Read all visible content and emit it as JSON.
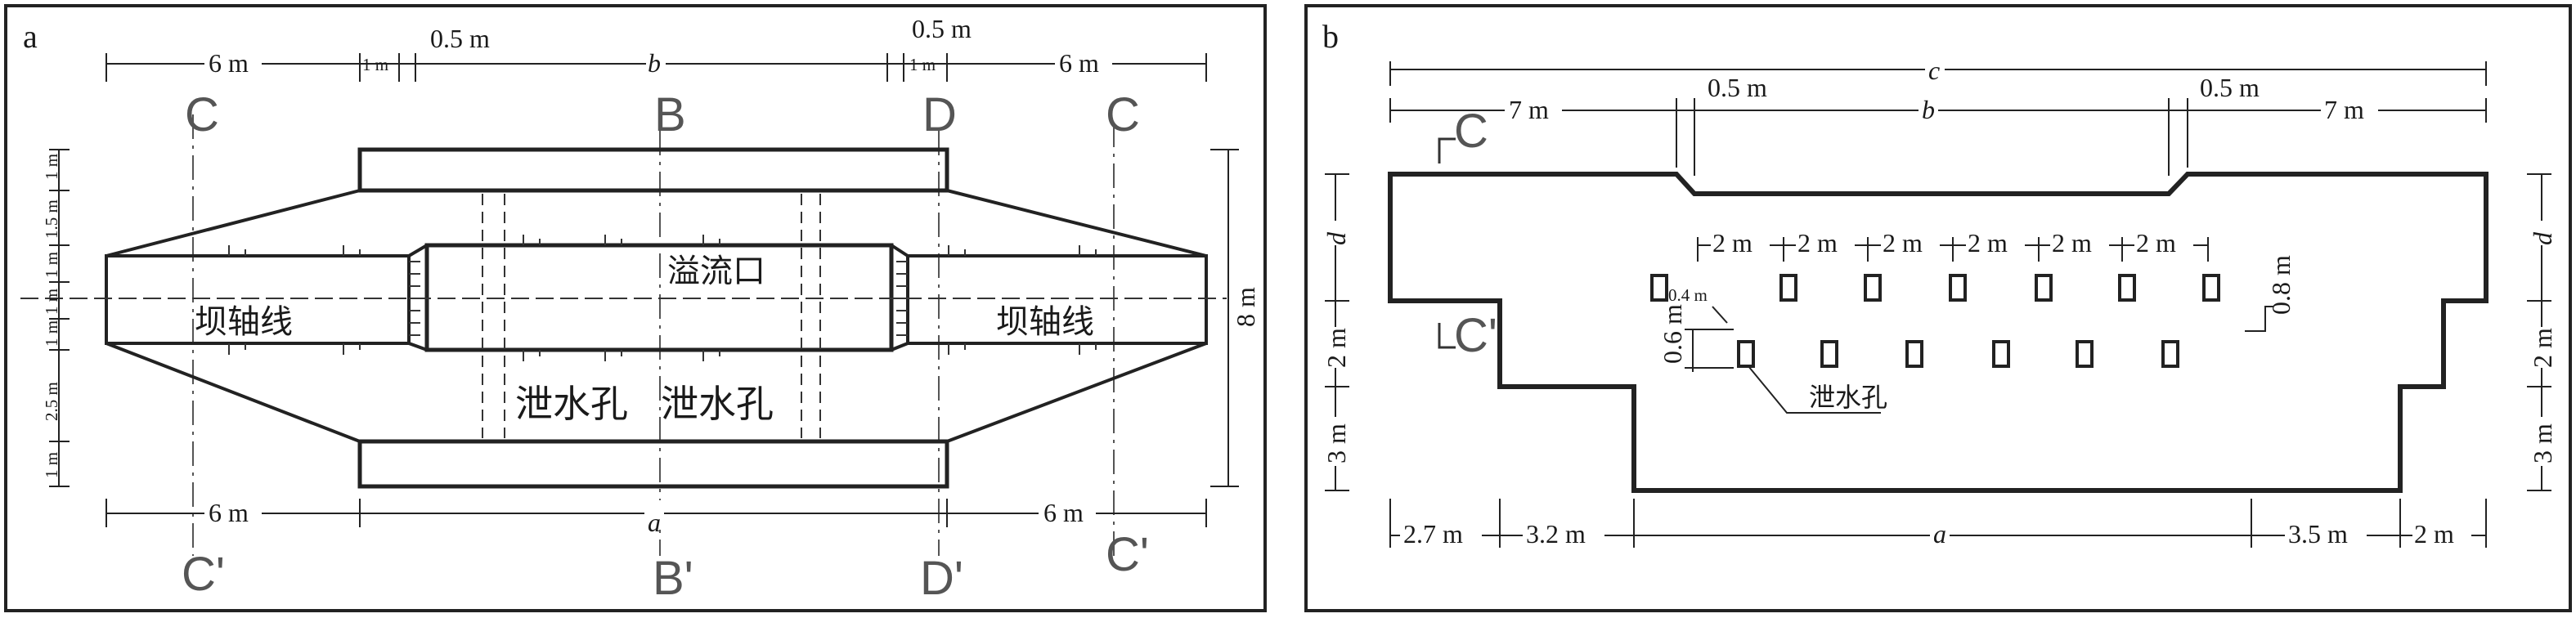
{
  "panel_a": {
    "letter": "a",
    "top_dims": {
      "d1": "6 m",
      "d2": "1 m",
      "d3": "0.5 m",
      "d4": "b",
      "d5": "0.5 m",
      "d6": "1 m",
      "d7": "6 m"
    },
    "bottom_dims": {
      "d1": "6 m",
      "d2": "a",
      "d3": "6 m"
    },
    "left_dims": {
      "d1": "1 m",
      "d2": "1.5 m",
      "d3": "1 m",
      "d4": "1 m",
      "d5": "1 m",
      "d6": "2.5 m",
      "d7": "1 m"
    },
    "right_dim": "8 m",
    "section_labels": {
      "c_top_left": "C",
      "b_top": "B",
      "d_top": "D",
      "c_top_right": "C",
      "c_bot_left": "C'",
      "b_bot": "B'",
      "d_bot": "D'",
      "c_bot_right": "C'"
    },
    "labels": {
      "dam_axis_left": "坝轴线",
      "overflow": "溢流口",
      "dam_axis_right": "坝轴线",
      "drain_left": "泄水孔",
      "drain_right": "泄水孔"
    }
  },
  "panel_b": {
    "letter": "b",
    "top_dims": {
      "c": "c",
      "left7": "7 m",
      "gap1": "0.5 m",
      "b": "b",
      "gap2": "0.5 m",
      "right7": "7 m"
    },
    "left_dims": {
      "d": "d",
      "two": "2 m",
      "three": "3 m"
    },
    "right_dims": {
      "d": "d",
      "two": "2 m",
      "three": "3 m"
    },
    "hole_spacing": [
      "2 m",
      "2 m",
      "2 m",
      "2 m",
      "2 m",
      "2 m"
    ],
    "hole_dims": {
      "height": "0.6 m",
      "width": "0.4 m",
      "offset": "0.8 m"
    },
    "section_labels": {
      "c": "C",
      "c_prime": "C'"
    },
    "labels": {
      "drain": "泄水孔"
    },
    "bottom_dims": {
      "d1": "2.7 m",
      "d2": "3.2 m",
      "a": "a",
      "d4": "3.5 m",
      "d5": "2 m"
    }
  }
}
